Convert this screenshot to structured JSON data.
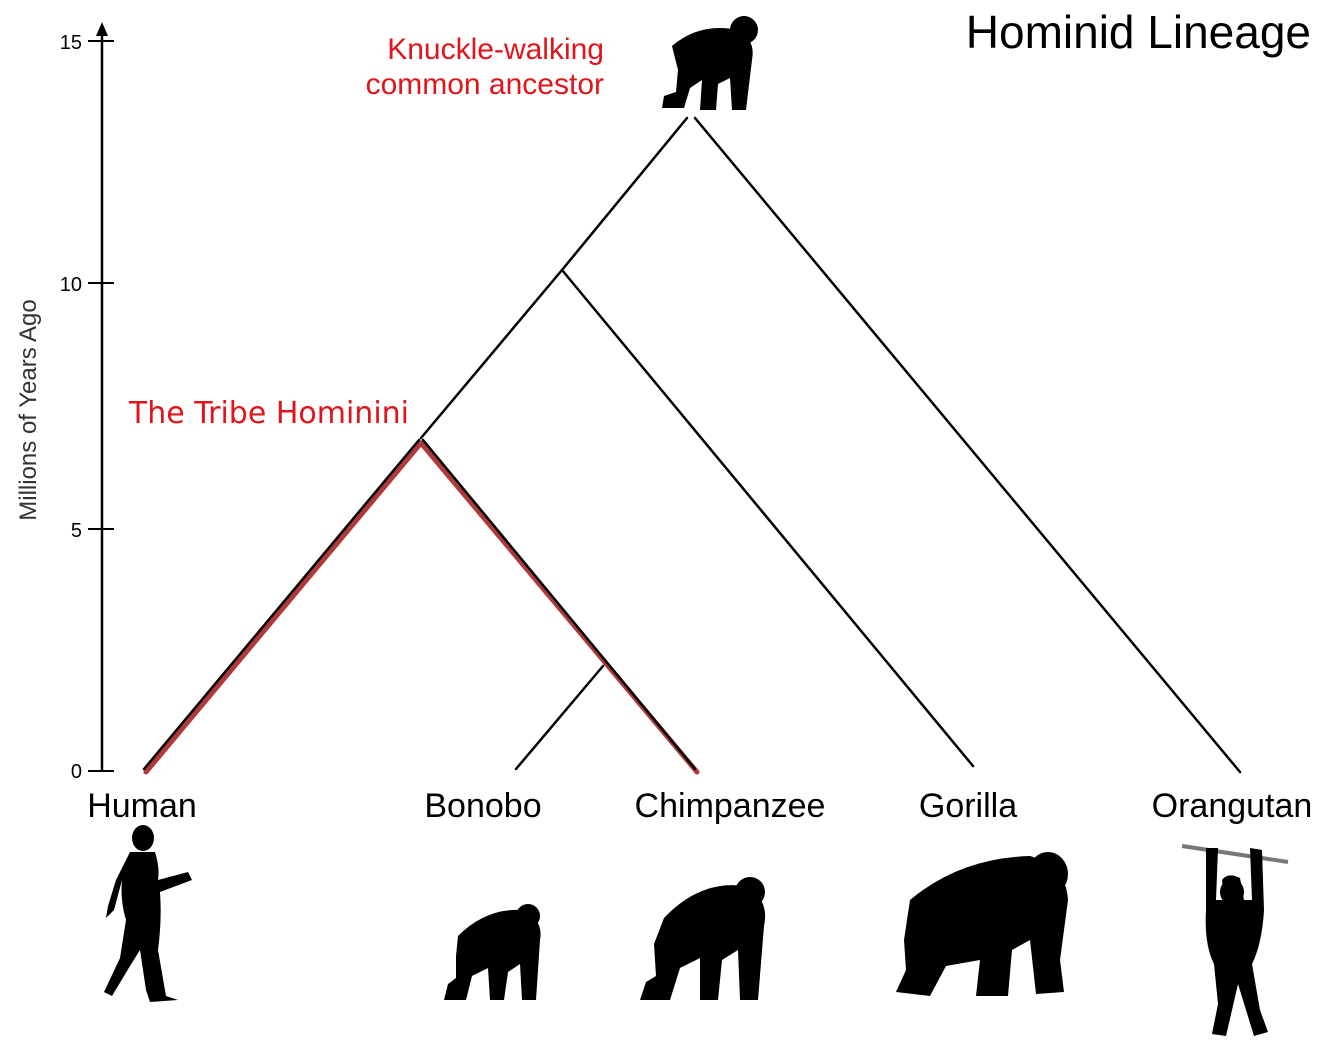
{
  "title": "Hominid Lineage",
  "axis": {
    "label": "Millions of Years Ago",
    "ticks": [
      "0",
      "5",
      "10",
      "15"
    ],
    "tick_values": [
      0,
      5,
      10,
      15
    ]
  },
  "species": [
    "Human",
    "Bonobo",
    "Chimpanzee",
    "Gorilla",
    "Orangutan"
  ],
  "annotations": {
    "ancestor_line1": "Knuckle-walking",
    "ancestor_line2": "common ancestor",
    "tribe": "The Tribe Hominini"
  },
  "divergence_mya": {
    "bonobo_chimpanzee": 2.2,
    "hominini": 6.8,
    "gorilla": 10.2,
    "orangutan_root": 13.3
  },
  "colors": {
    "line": "#000000",
    "highlight": "#b03a3a",
    "annotation": "#e0141a",
    "silhouette": "#000000"
  },
  "icons": {
    "root": "knuckle-walking-ape-silhouette",
    "human": "walking-human-silhouette",
    "bonobo": "bonobo-silhouette",
    "chimpanzee": "chimpanzee-silhouette",
    "gorilla": "gorilla-silhouette",
    "orangutan": "hanging-orangutan-silhouette"
  }
}
